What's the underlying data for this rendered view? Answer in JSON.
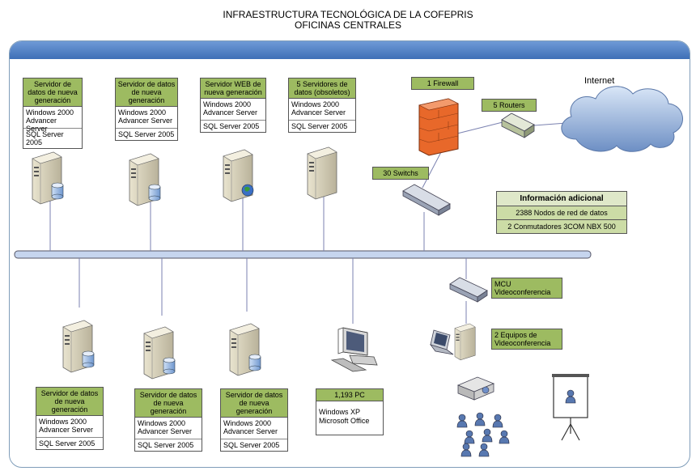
{
  "title": {
    "line1": "INFRAESTRUCTURA TECNOLÓGICA DE LA COFEPRIS",
    "line2": "OFICINAS CENTRALES"
  },
  "top_servers": [
    {
      "header": "Servidor de datos de nueva generación",
      "os": "Windows 2000 Advancer Server",
      "db": "SQL Server 2005"
    },
    {
      "header": "Servidor de datos de nueva generación",
      "os": "Windows 2000 Advancer Server",
      "db": "SQL Server 2005"
    },
    {
      "header": "Servidor WEB de nueva generación",
      "os": "Windows 2000 Advancer Server",
      "db": "SQL Server 2005"
    },
    {
      "header": "5 Servidores de datos (obsoletos)",
      "os": "Windows 2000 Advancer Server",
      "db": "SQL Server 2005"
    }
  ],
  "bottom_servers": [
    {
      "header": "Servidor de datos de nueva generación",
      "os": "Windows 2000 Advancer Server",
      "db": "SQL Server 2005"
    },
    {
      "header": "Servidor de datos de nueva generación",
      "os": "Windows 2000 Advancer Server",
      "db": "SQL Server 2005"
    },
    {
      "header": "Servidor de datos de nueva generación",
      "os": "Windows 2000 Advancer Server",
      "db": "SQL Server 2005"
    }
  ],
  "pc": {
    "header": "1,193 PC",
    "os": "Windows  XP",
    "office": "Microsoft Office"
  },
  "network": {
    "firewall": "1 Firewall",
    "routers": "5 Routers",
    "switches": "30 Switchs",
    "internet": "Internet"
  },
  "info": {
    "title": "Información adicional",
    "row1": "2388 Nodos de red de datos",
    "row2": "2   Conmutadores 3COM NBX 500"
  },
  "video": {
    "mcu_line1": "MCU",
    "mcu_line2": "Videoconferencia",
    "eq_line1": "2 Equipos de",
    "eq_line2": "Videoconferencia"
  },
  "colors": {
    "header_green": "#9dbb61",
    "bus_blue": "#c6d5ee",
    "frame_blue": "#3e6fb7",
    "firewall_orange": "#e8682a"
  }
}
